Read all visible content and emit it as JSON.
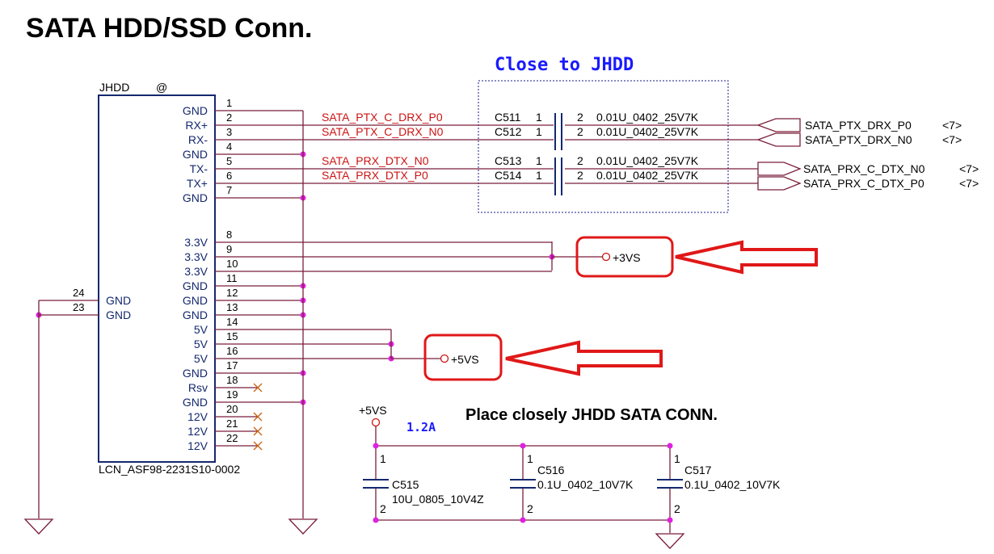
{
  "title": "SATA HDD/SSD Conn.",
  "close_note": "Close to JHDD",
  "place_note": "Place closely JHDD SATA CONN.",
  "current_label": "1.2A",
  "connector": {
    "ref": "JHDD",
    "at": "@",
    "part": "LCN_ASF98-2231S10-0002",
    "pins": [
      {
        "num": "1",
        "name": "GND"
      },
      {
        "num": "2",
        "name": "RX+"
      },
      {
        "num": "3",
        "name": "RX-"
      },
      {
        "num": "4",
        "name": "GND"
      },
      {
        "num": "5",
        "name": "TX-"
      },
      {
        "num": "6",
        "name": "TX+"
      },
      {
        "num": "7",
        "name": "GND"
      },
      {
        "num": "8",
        "name": "3.3V"
      },
      {
        "num": "9",
        "name": "3.3V"
      },
      {
        "num": "10",
        "name": "3.3V"
      },
      {
        "num": "11",
        "name": "GND"
      },
      {
        "num": "12",
        "name": "GND"
      },
      {
        "num": "13",
        "name": "GND"
      },
      {
        "num": "14",
        "name": "5V"
      },
      {
        "num": "15",
        "name": "5V"
      },
      {
        "num": "16",
        "name": "5V"
      },
      {
        "num": "17",
        "name": "GND"
      },
      {
        "num": "18",
        "name": "Rsv"
      },
      {
        "num": "19",
        "name": "GND"
      },
      {
        "num": "20",
        "name": "12V"
      },
      {
        "num": "21",
        "name": "12V"
      },
      {
        "num": "22",
        "name": "12V"
      }
    ],
    "left_pins": [
      {
        "num": "24",
        "name": "GND"
      },
      {
        "num": "23",
        "name": "GND"
      }
    ]
  },
  "nets": [
    "SATA_PTX_C_DRX_P0",
    "SATA_PTX_C_DRX_N0",
    "SATA_PRX_DTX_N0",
    "SATA_PRX_DTX_P0"
  ],
  "caps": [
    {
      "ref": "C511",
      "p1": "1",
      "p2": "2",
      "value": "0.01U_0402_25V7K"
    },
    {
      "ref": "C512",
      "p1": "1",
      "p2": "2",
      "value": "0.01U_0402_25V7K"
    },
    {
      "ref": "C513",
      "p1": "1",
      "p2": "2",
      "value": "0.01U_0402_25V7K"
    },
    {
      "ref": "C514",
      "p1": "1",
      "p2": "2",
      "value": "0.01U_0402_25V7K"
    }
  ],
  "offpage": [
    {
      "name": "SATA_PTX_DRX_P0",
      "ref": "<7>"
    },
    {
      "name": "SATA_PTX_DRX_N0",
      "ref": "<7>"
    },
    {
      "name": "SATA_PRX_C_DTX_N0",
      "ref": "<7>"
    },
    {
      "name": "SATA_PRX_C_DTX_P0",
      "ref": "<7>"
    }
  ],
  "power": {
    "v3": "+3VS",
    "v5": "+5VS",
    "v5_top": "+5VS"
  },
  "decaps": [
    {
      "ref": "C515",
      "value": "10U_0805_10V4Z",
      "p1": "1",
      "p2": "2"
    },
    {
      "ref": "C516",
      "value": "0.1U_0402_10V7K",
      "p1": "1",
      "p2": "2"
    },
    {
      "ref": "C517",
      "value": "0.1U_0402_10V7K",
      "p1": "1",
      "p2": "2"
    }
  ],
  "colors": {
    "wire": "#7a1f3a",
    "net": "#cc1414",
    "label": "#14286e",
    "junction": "#e020e0",
    "highlight": "#e01818",
    "note": "#1a1aff"
  }
}
